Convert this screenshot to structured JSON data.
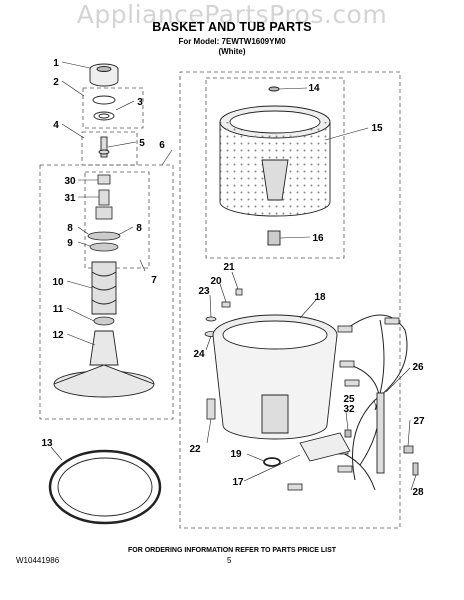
{
  "header": {
    "watermark": "AppliancePartsPros.com",
    "title": "BASKET AND TUB PARTS",
    "model_line": "For Model: 7EWTW1609YM0",
    "color_line": "(White)"
  },
  "callouts": [
    "1",
    "2",
    "3",
    "4",
    "5",
    "6",
    "30",
    "31",
    "8",
    "8",
    "9",
    "7",
    "10",
    "11",
    "12",
    "13",
    "14",
    "15",
    "16",
    "21",
    "20",
    "23",
    "18",
    "24",
    "22",
    "26",
    "25",
    "32",
    "27",
    "19",
    "17",
    "28"
  ],
  "footer": {
    "doc_number": "W10441986",
    "page": "5",
    "note": "FOR ORDERING INFORMATION REFER TO PARTS PRICE LIST"
  }
}
